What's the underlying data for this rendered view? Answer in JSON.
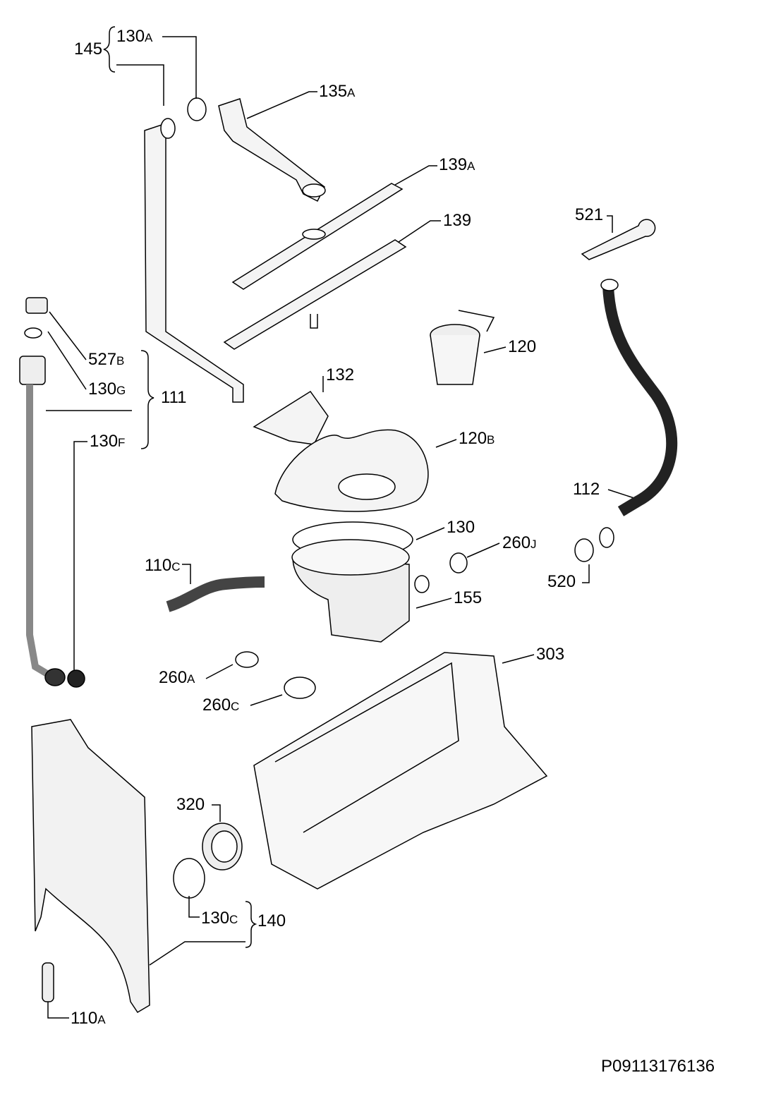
{
  "diagram": {
    "drawing_code": "P09113176136",
    "labels": {
      "l145": {
        "num": "145",
        "sfx": ""
      },
      "l130a": {
        "num": "130",
        "sfx": "A"
      },
      "l135a": {
        "num": "135",
        "sfx": "A"
      },
      "l139a": {
        "num": "139",
        "sfx": "A"
      },
      "l139": {
        "num": "139",
        "sfx": ""
      },
      "l521": {
        "num": "521",
        "sfx": ""
      },
      "l527b": {
        "num": "527",
        "sfx": "B"
      },
      "l130g": {
        "num": "130",
        "sfx": "G"
      },
      "l111": {
        "num": "111",
        "sfx": ""
      },
      "l130f": {
        "num": "130",
        "sfx": "F"
      },
      "l132": {
        "num": "132",
        "sfx": ""
      },
      "l120": {
        "num": "120",
        "sfx": ""
      },
      "l120b": {
        "num": "120",
        "sfx": "B"
      },
      "l112": {
        "num": "112",
        "sfx": ""
      },
      "l130": {
        "num": "130",
        "sfx": ""
      },
      "l260j": {
        "num": "260",
        "sfx": "J"
      },
      "l110c": {
        "num": "110",
        "sfx": "C"
      },
      "l155": {
        "num": "155",
        "sfx": ""
      },
      "l520": {
        "num": "520",
        "sfx": ""
      },
      "l303": {
        "num": "303",
        "sfx": ""
      },
      "l260a": {
        "num": "260",
        "sfx": "A"
      },
      "l260c": {
        "num": "260",
        "sfx": "C"
      },
      "l320": {
        "num": "320",
        "sfx": ""
      },
      "l130c": {
        "num": "130",
        "sfx": "C"
      },
      "l140": {
        "num": "140",
        "sfx": ""
      },
      "l110a": {
        "num": "110",
        "sfx": "A"
      }
    }
  }
}
